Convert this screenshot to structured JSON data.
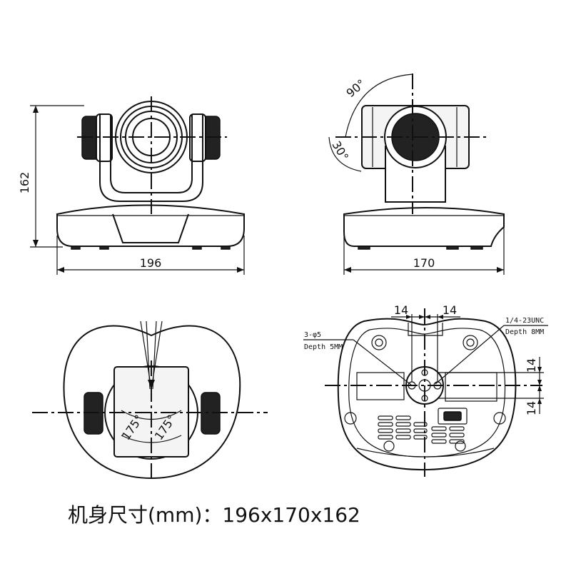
{
  "front_view": {
    "height_dim": "162",
    "width_dim": "196"
  },
  "side_view": {
    "width_dim": "170",
    "tilt_up": "90°",
    "tilt_down": "30°"
  },
  "top_view": {
    "pan_left": "175°",
    "pan_right": "175°"
  },
  "bottom_view": {
    "dim_top_left": "14",
    "dim_top_right": "14",
    "dim_right_top": "14",
    "dim_right_bottom": "14",
    "hole_note_line1": "3-φ5",
    "hole_note_line2": "Depth 5MM",
    "thread_note_line1": "1/4-23UNC",
    "thread_note_line2": "Depth 8MM"
  },
  "caption": {
    "text": "机身尺寸(mm)：196x170x162"
  },
  "colors": {
    "line": "#111111",
    "background": "#ffffff"
  }
}
